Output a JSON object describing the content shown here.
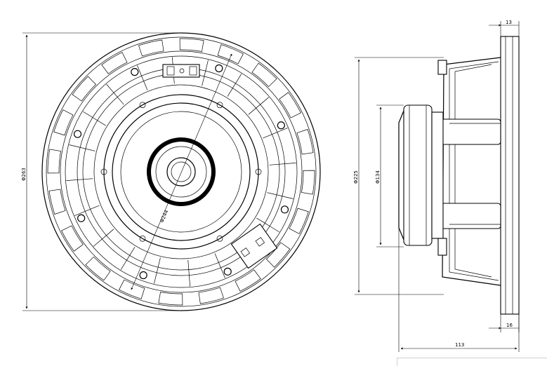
{
  "drawing": {
    "front_view": {
      "outer_diameter_label": "Φ263",
      "bolt_circle_label": "Φ244"
    },
    "side_view": {
      "cutout_diameter_label": "Φ225",
      "magnet_diameter_label": "Φ134",
      "flange_thickness_label": "13",
      "flange_depth_label": "16",
      "total_depth_label": "113"
    }
  }
}
